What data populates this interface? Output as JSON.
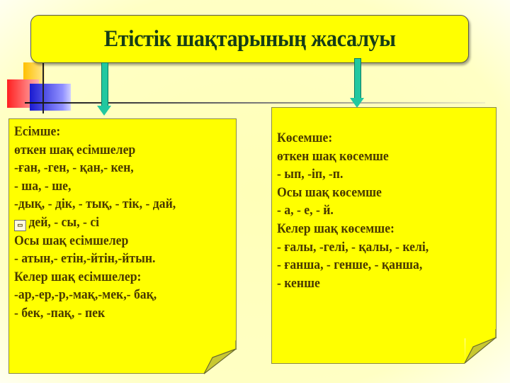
{
  "title": "Етістік шақтарының жасалуы",
  "left_note": {
    "lines": [
      "Есімше:",
      "өткен шақ есімшелер",
      "-ған, -ген, - қан,- кен,",
      "- ша, - ше,",
      "-дық, - дік, - тық, - тік, - дай,",
      "дей, - сы, - сі",
      "Осы шақ есімшелер",
      "- атын,- етін,-йтін,-йтын.",
      "Келер шақ есімшелер:",
      "-ар,-ер,-р,-мақ,-мек,- бақ,",
      "- бек, -пақ, - пек"
    ]
  },
  "right_note": {
    "lines": [
      "Көсемше:",
      "өткен шақ көсемше",
      "- ып, -іп, -п.",
      "Осы шақ көсемше",
      "- а, - е, - й.",
      "Келер шақ көсемше:",
      "- ғалы, -гелі, - қалы, - келі,",
      "- ғанша, - генше, - қанша,",
      "- кенше"
    ]
  },
  "colors": {
    "note": "#ffff00",
    "text": "#4a3a00",
    "title_text": "#173d17",
    "arrow": "#22c8a0"
  }
}
